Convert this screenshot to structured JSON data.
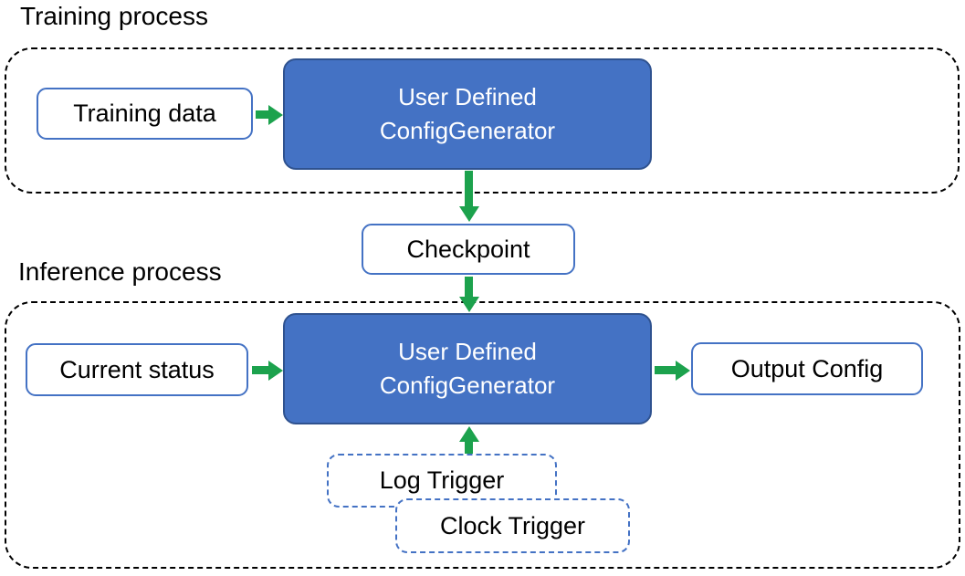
{
  "colors": {
    "box_fill_blue": "#4472C4",
    "box_border_dark": "#2F528F",
    "outline_blue": "#4472C4",
    "arrow_green": "#1CA24D",
    "container_border": "#000000",
    "text_dark": "#000000",
    "text_light": "#FFFFFF"
  },
  "training": {
    "label": "Training process",
    "input_box": "Training data",
    "generator_line1": "User Defined",
    "generator_line2": "ConfigGenerator"
  },
  "checkpoint": {
    "label": "Checkpoint"
  },
  "inference": {
    "label": "Inference process",
    "input_box": "Current status",
    "generator_line1": "User Defined",
    "generator_line2": "ConfigGenerator",
    "output_box": "Output Config",
    "log_trigger": "Log Trigger",
    "clock_trigger": "Clock Trigger"
  }
}
